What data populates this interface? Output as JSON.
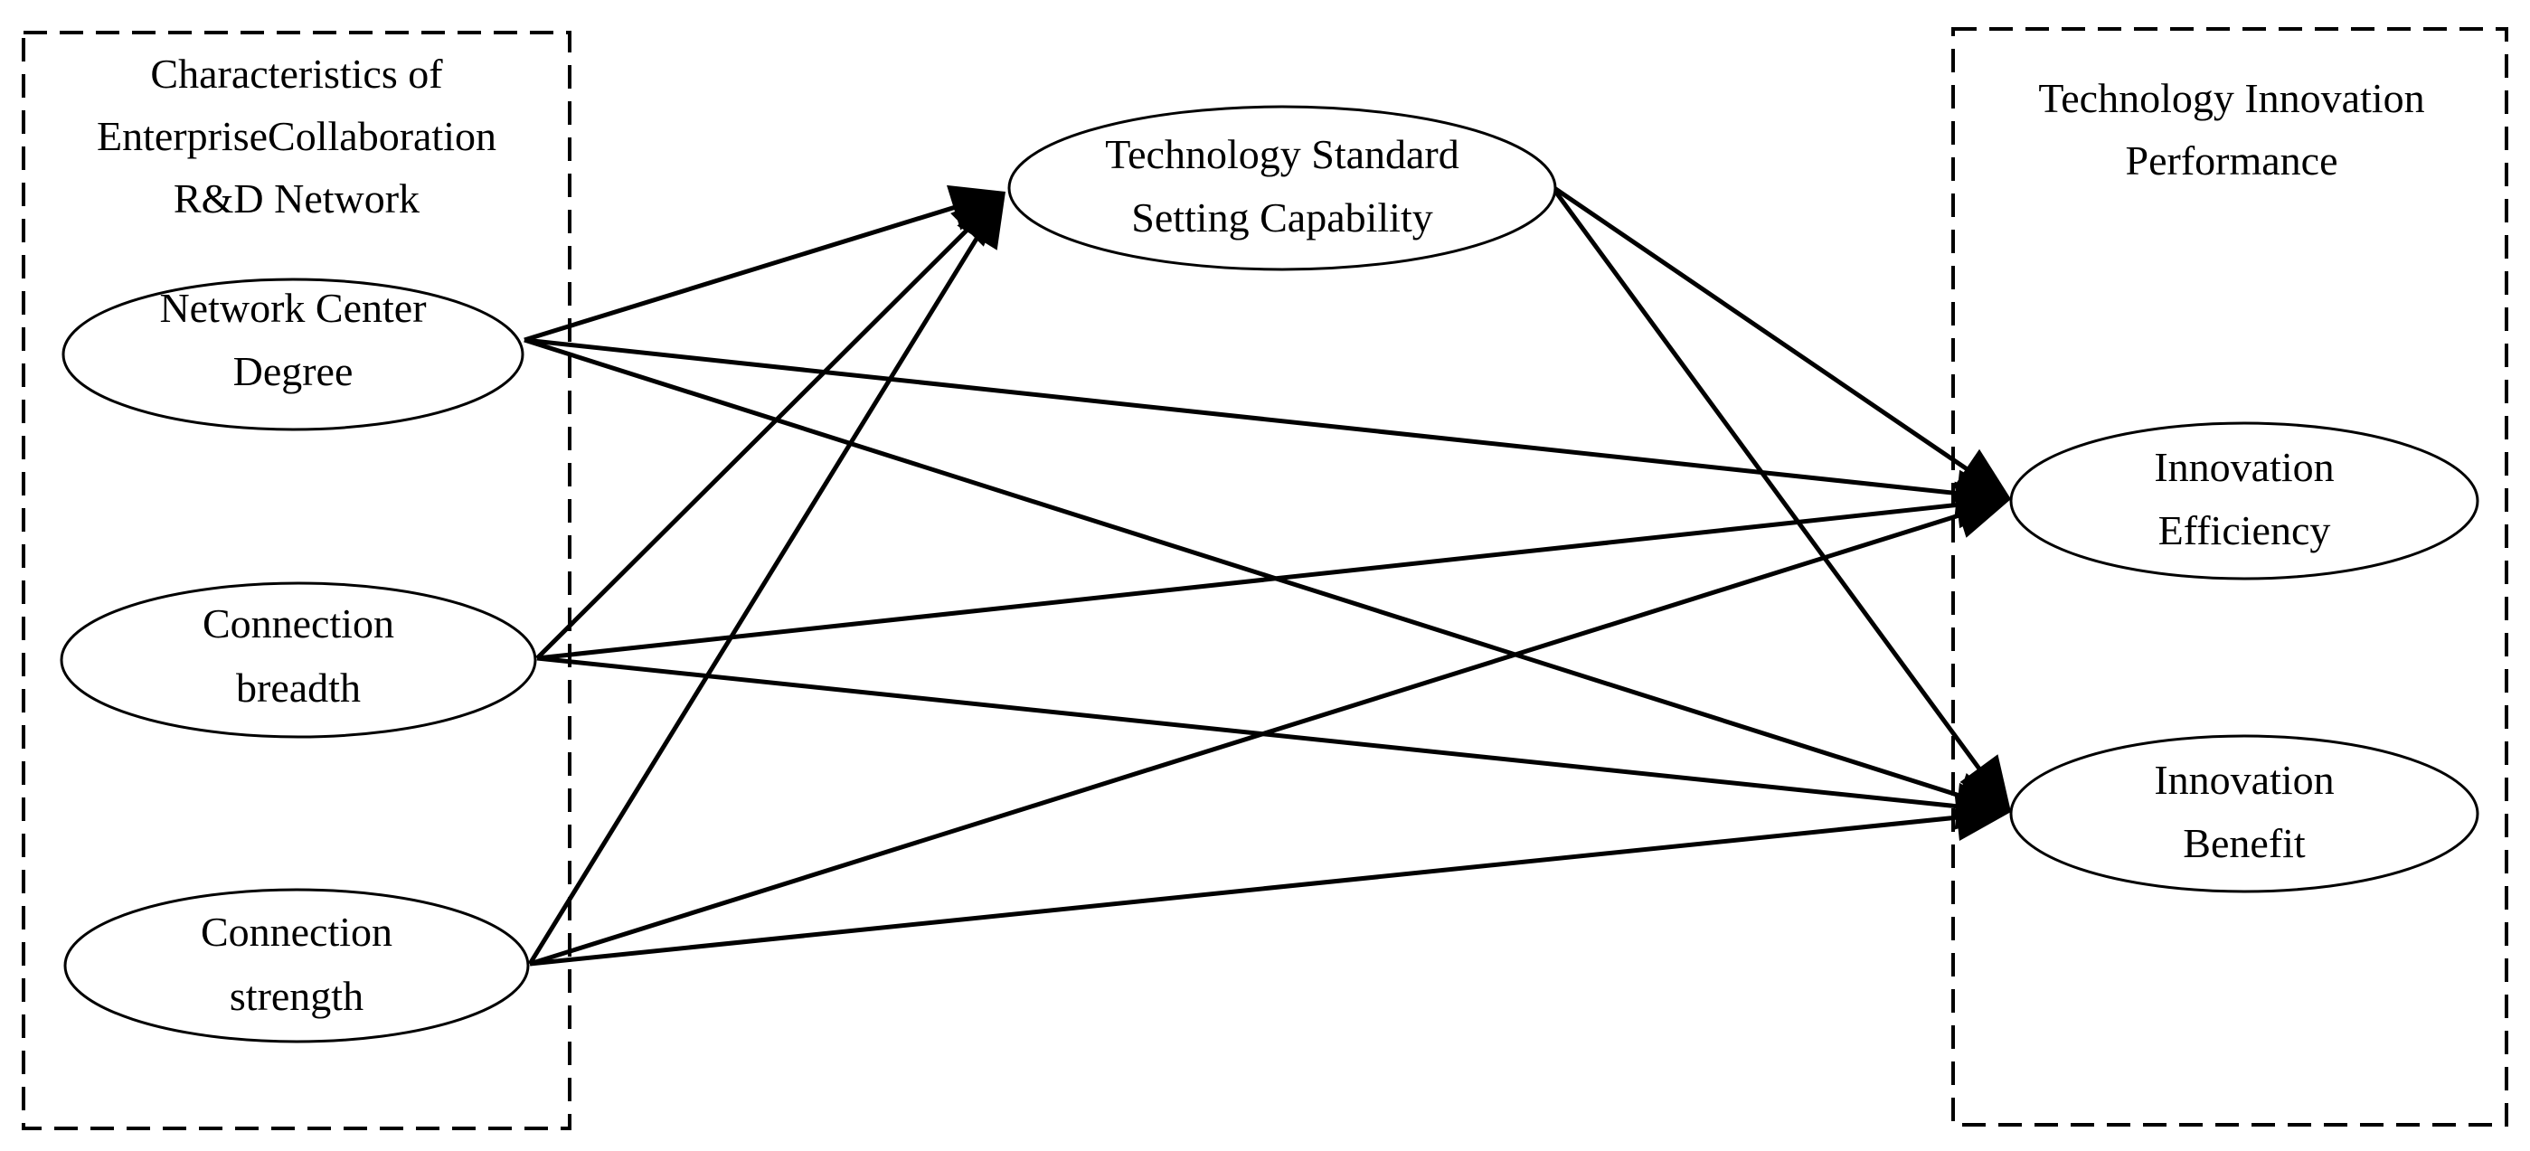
{
  "groups": {
    "left_title": [
      "Characteristics of",
      "EnterpriseCollaboration",
      "R&D Network"
    ],
    "right_title": [
      "Technology Innovation",
      "Performance"
    ]
  },
  "nodes": {
    "network_center_degree": [
      "Network Center",
      "Degree"
    ],
    "connection_breadth": [
      "Connection",
      "breadth"
    ],
    "connection_strength": [
      "Connection",
      "strength"
    ],
    "standard_setting": [
      "Technology Standard",
      "Setting Capability"
    ],
    "innovation_efficiency": [
      "Innovation",
      "Efficiency"
    ],
    "innovation_benefit": [
      "Innovation",
      "Benefit"
    ]
  },
  "edges": [
    {
      "from": "network_center_degree",
      "to": "standard_setting"
    },
    {
      "from": "connection_breadth",
      "to": "standard_setting"
    },
    {
      "from": "connection_strength",
      "to": "standard_setting"
    },
    {
      "from": "network_center_degree",
      "to": "innovation_efficiency"
    },
    {
      "from": "network_center_degree",
      "to": "innovation_benefit"
    },
    {
      "from": "connection_breadth",
      "to": "innovation_efficiency"
    },
    {
      "from": "connection_breadth",
      "to": "innovation_benefit"
    },
    {
      "from": "connection_strength",
      "to": "innovation_efficiency"
    },
    {
      "from": "connection_strength",
      "to": "innovation_benefit"
    },
    {
      "from": "standard_setting",
      "to": "innovation_efficiency"
    },
    {
      "from": "standard_setting",
      "to": "innovation_benefit"
    }
  ]
}
